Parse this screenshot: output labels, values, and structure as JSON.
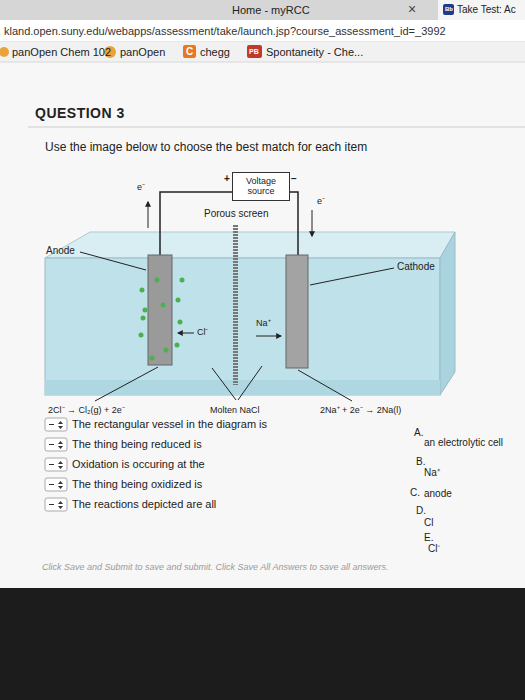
{
  "diagram": {
    "nodes": [
      {
        "text": [
          "Voltage source"
        ]
      }
    ],
    "labels": [
      "Home - myRCC",
      "×",
      "Bb",
      "Take Test: Ac",
      "kland.open.suny.edu/webapps/assessment/take/launch.jsp?course_assessment_id=_3992",
      "panOpen Chem 102",
      "panOpen",
      "C",
      "chegg",
      "PB",
      "Spontaneity - Che...",
      "QUESTION 3",
      "Use the image below to choose the best match for each item",
      "+",
      "−",
      "e⁻",
      "e⁻",
      "Porous screen",
      "Anode",
      "Cathode",
      "Cl⁻",
      "Na⁺",
      "2Cl⁻ → Cl₂(g) + 2e⁻",
      "Molten NaCl",
      "2Na⁺ + 2e⁻ → 2Na(l)",
      "The rectangular vessel in the diagram is",
      "The thing being reduced is",
      "Oxidation is occuring at the",
      "The thing being oxidized is",
      "The reactions depicted are all",
      "A.",
      "an electrolytic cell",
      "B.",
      "Na⁺",
      "C.",
      "anode",
      "D.",
      "Cl",
      "E.",
      "Cl⁻",
      "Click Save and Submit to save and submit. Click Save All Answers to save all answers."
    ]
  }
}
